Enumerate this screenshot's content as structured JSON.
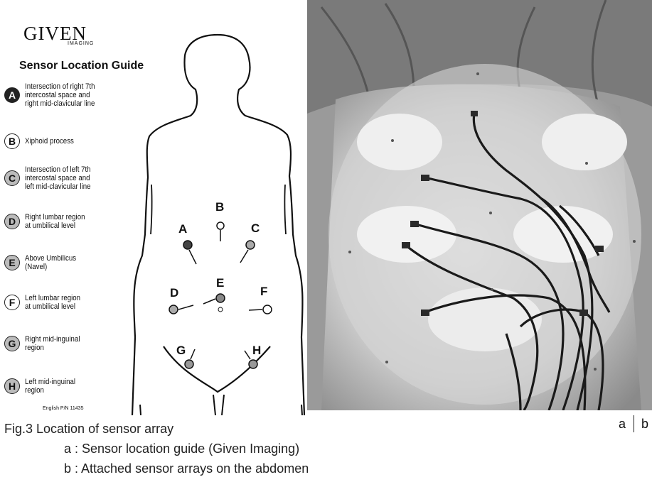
{
  "figure": {
    "logo": "GIVEN",
    "logo_sub": "IMAGING",
    "title": "Sensor Location Guide",
    "legend": [
      {
        "letter": "A",
        "text": "Intersection of right 7th\nintercostal space and\nright mid-clavicular line"
      },
      {
        "letter": "B",
        "text": "Xiphoid process"
      },
      {
        "letter": "C",
        "text": "Intersection of left 7th\nintercostal space and\nleft mid-clavicular line"
      },
      {
        "letter": "D",
        "text": "Right lumbar region\nat umbilical level"
      },
      {
        "letter": "E",
        "text": "Above Umbilicus\n(Navel)"
      },
      {
        "letter": "F",
        "text": "Left lumbar region\nat umbilical level"
      },
      {
        "letter": "G",
        "text": "Right mid-inguinal\nregion"
      },
      {
        "letter": "H",
        "text": "Left mid-inguinal\nregion"
      }
    ],
    "part_no": "English P/N 11435",
    "sites": [
      "A",
      "B",
      "C",
      "D",
      "E",
      "F",
      "G",
      "H"
    ]
  },
  "panel_labels": {
    "a": "a",
    "b": "b"
  },
  "caption": {
    "line1": "Fig.3  Location of sensor array",
    "line2": "a : Sensor location guide (Given Imaging)",
    "line3": "b : Attached sensor arrays on the abdomen"
  }
}
